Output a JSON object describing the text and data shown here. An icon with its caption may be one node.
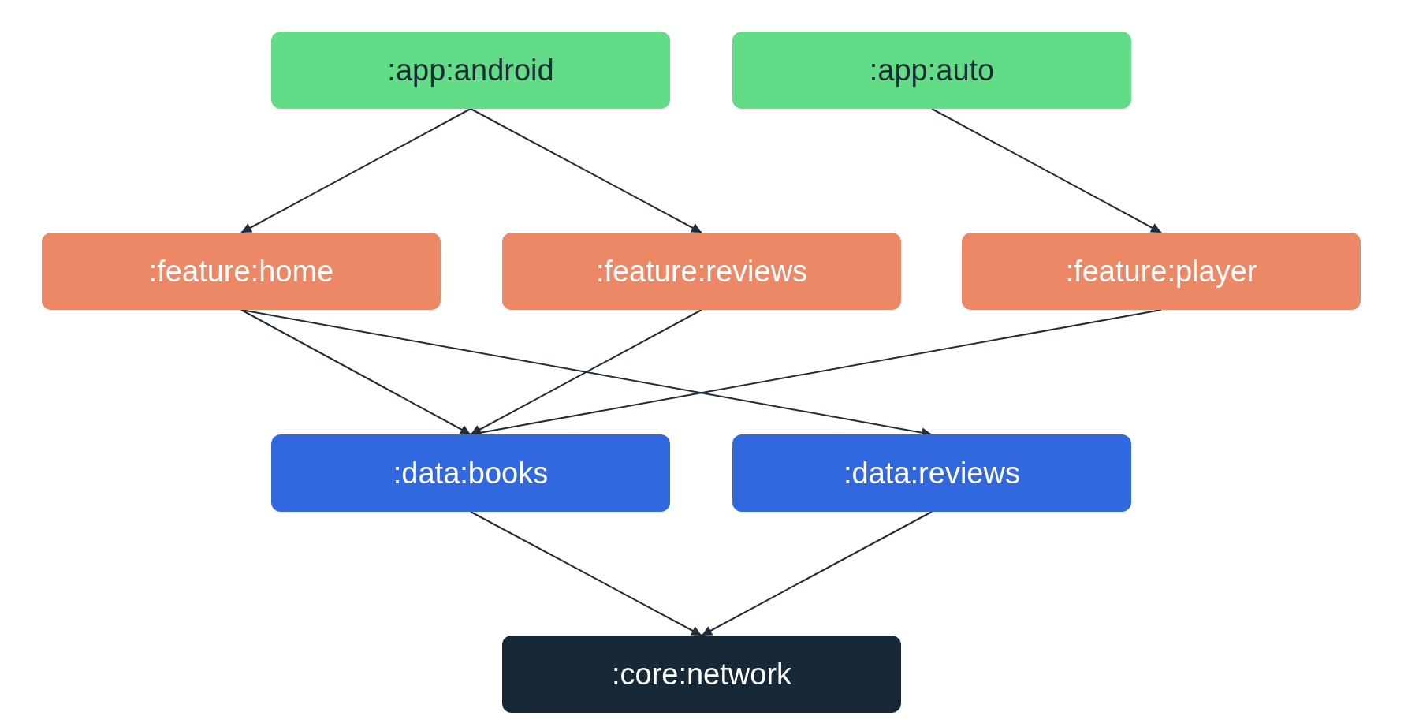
{
  "diagram": {
    "nodes": [
      {
        "text": [
          ":app:android"
        ]
      },
      {
        "text": [
          ":app:auto"
        ]
      },
      {
        "text": [
          ":feature:home"
        ]
      },
      {
        "text": [
          ":feature:reviews"
        ]
      },
      {
        "text": [
          ":feature:player"
        ]
      },
      {
        "text": [
          ":data:books"
        ]
      },
      {
        "text": [
          ":data:reviews"
        ]
      },
      {
        "text": [
          ":core:network"
        ]
      }
    ],
    "edges": [
      {
        "from": 0,
        "to": 2,
        "arrow": "to"
      },
      {
        "from": 0,
        "to": 3,
        "arrow": "to"
      },
      {
        "from": 1,
        "to": 4,
        "arrow": "to"
      },
      {
        "from": 2,
        "to": 5,
        "arrow": "to"
      },
      {
        "from": 2,
        "to": 6,
        "arrow": "to"
      },
      {
        "from": 3,
        "to": 5,
        "arrow": "to"
      },
      {
        "from": 4,
        "to": 5,
        "arrow": "to"
      },
      {
        "from": 5,
        "to": 7,
        "arrow": "to"
      },
      {
        "from": 6,
        "to": 7,
        "arrow": "to"
      }
    ]
  }
}
